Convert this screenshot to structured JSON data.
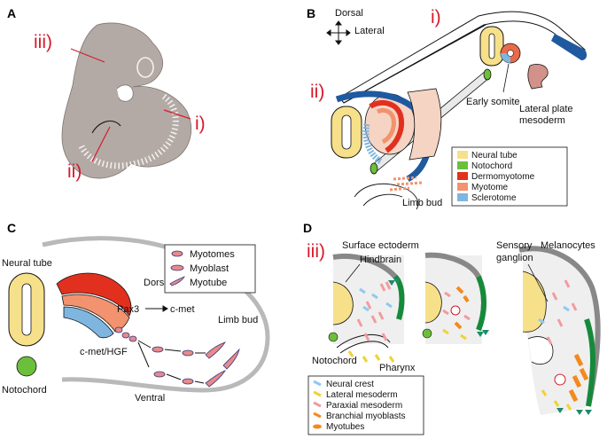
{
  "panel_labels": {
    "a": "A",
    "b": "B",
    "c": "C",
    "d": "D"
  },
  "roman": {
    "i": "i)",
    "ii": "ii)",
    "iii": "iii)"
  },
  "colors": {
    "neural_tube": "#f7e08a",
    "notochord": "#6cbf3a",
    "dermomyotome": "#e2301f",
    "myotome": "#f2926e",
    "sclerotome": "#7fb6df",
    "ectoderm": "#1f5aa0",
    "embryo": "#b3aaa6",
    "roman_red": "#d7192a",
    "surface_green": "#168a3a"
  },
  "panel_b": {
    "axis_dorsal": "Dorsal",
    "axis_lateral": "Lateral",
    "early_somite": "Early somite",
    "lateral_plate_1": "Lateral plate",
    "lateral_plate_2": "mesoderm",
    "limb_bud": "Limb bud",
    "legend": [
      "Neural tube",
      "Notochord",
      "Dermomyotome",
      "Myotome",
      "Sclerotome"
    ]
  },
  "panel_c": {
    "neural_tube": "Neural tube",
    "notochord": "Notochord",
    "dorsal": "Dorsal",
    "ventral": "Ventral",
    "limb_bud": "Limb bud",
    "pax3": "Pax3",
    "cmet": "c-met",
    "cmet_hgf": "c-met/HGF",
    "legend": [
      "Myotomes",
      "Myoblast",
      "Myotube"
    ]
  },
  "panel_d": {
    "surface_ectoderm": "Surface ectoderm",
    "hindbrain": "Hindbrain",
    "notochord": "Notochord",
    "pharynx": "Pharynx",
    "sensory_1": "Sensory",
    "sensory_2": "ganglion",
    "melanocytes": "Melanocytes",
    "legend": [
      "Neural crest",
      "Lateral mesoderm",
      "Paraxial mesoderm",
      "Branchial myoblasts",
      "Myotubes"
    ]
  }
}
